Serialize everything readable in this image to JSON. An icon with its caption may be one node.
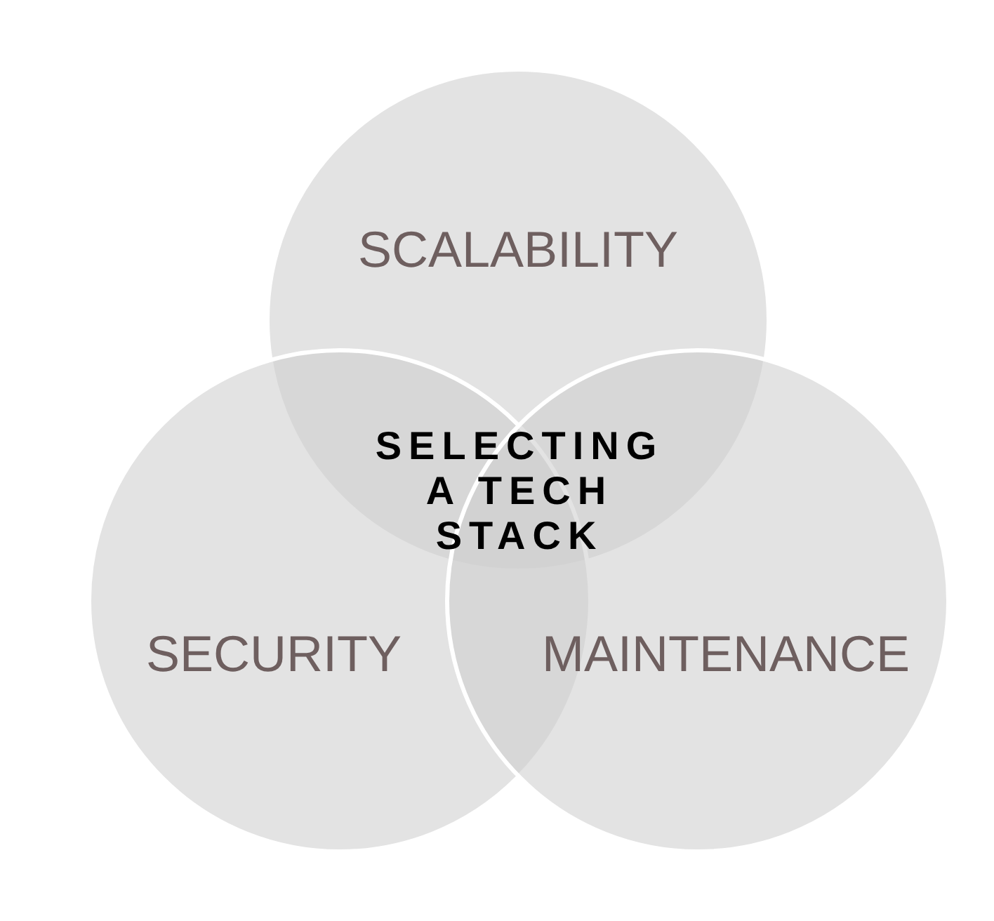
{
  "diagram": {
    "nodes": [
      {
        "text": [
          "SCALABILITY"
        ]
      },
      {
        "text": [
          "SECURITY"
        ]
      },
      {
        "text": [
          "MAINTENANCE"
        ]
      }
    ],
    "labels": [
      "SELECTING A TECH STACK"
    ]
  }
}
